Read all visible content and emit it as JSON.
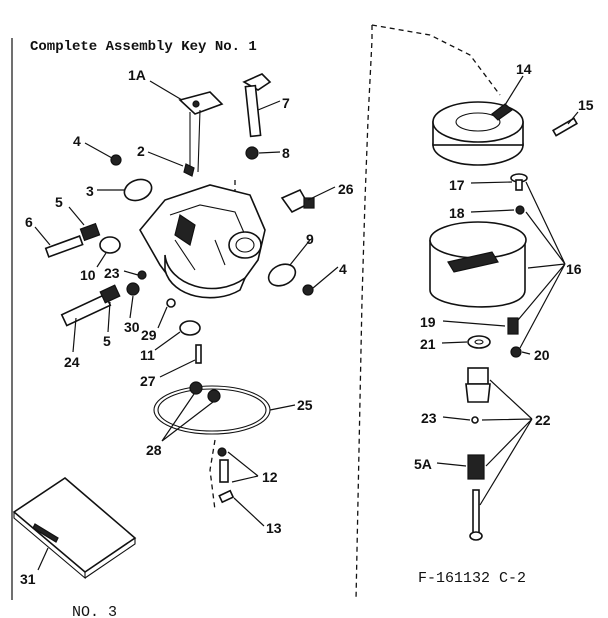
{
  "title": "Complete Assembly Key No. 1",
  "figure_code": "F-161132  C-2",
  "bottom_fragment": "NO. 3",
  "callouts": {
    "c1A": "1A",
    "c2": "2",
    "c3": "3",
    "c4a": "4",
    "c4b": "4",
    "c5a": "5",
    "c5b": "5",
    "c6": "6",
    "c7": "7",
    "c8": "8",
    "c9": "9",
    "c10": "10",
    "c11": "11",
    "c12": "12",
    "c13": "13",
    "c14": "14",
    "c15": "15",
    "c16": "16",
    "c17": "17",
    "c18": "18",
    "c19": "19",
    "c20": "20",
    "c21": "21",
    "c22": "22",
    "c23a": "23",
    "c23b": "23",
    "c24": "24",
    "c25": "25",
    "c26": "26",
    "c27": "27",
    "c28": "28",
    "c29": "29",
    "c30": "30",
    "c31": "31",
    "c5A": "5A"
  }
}
